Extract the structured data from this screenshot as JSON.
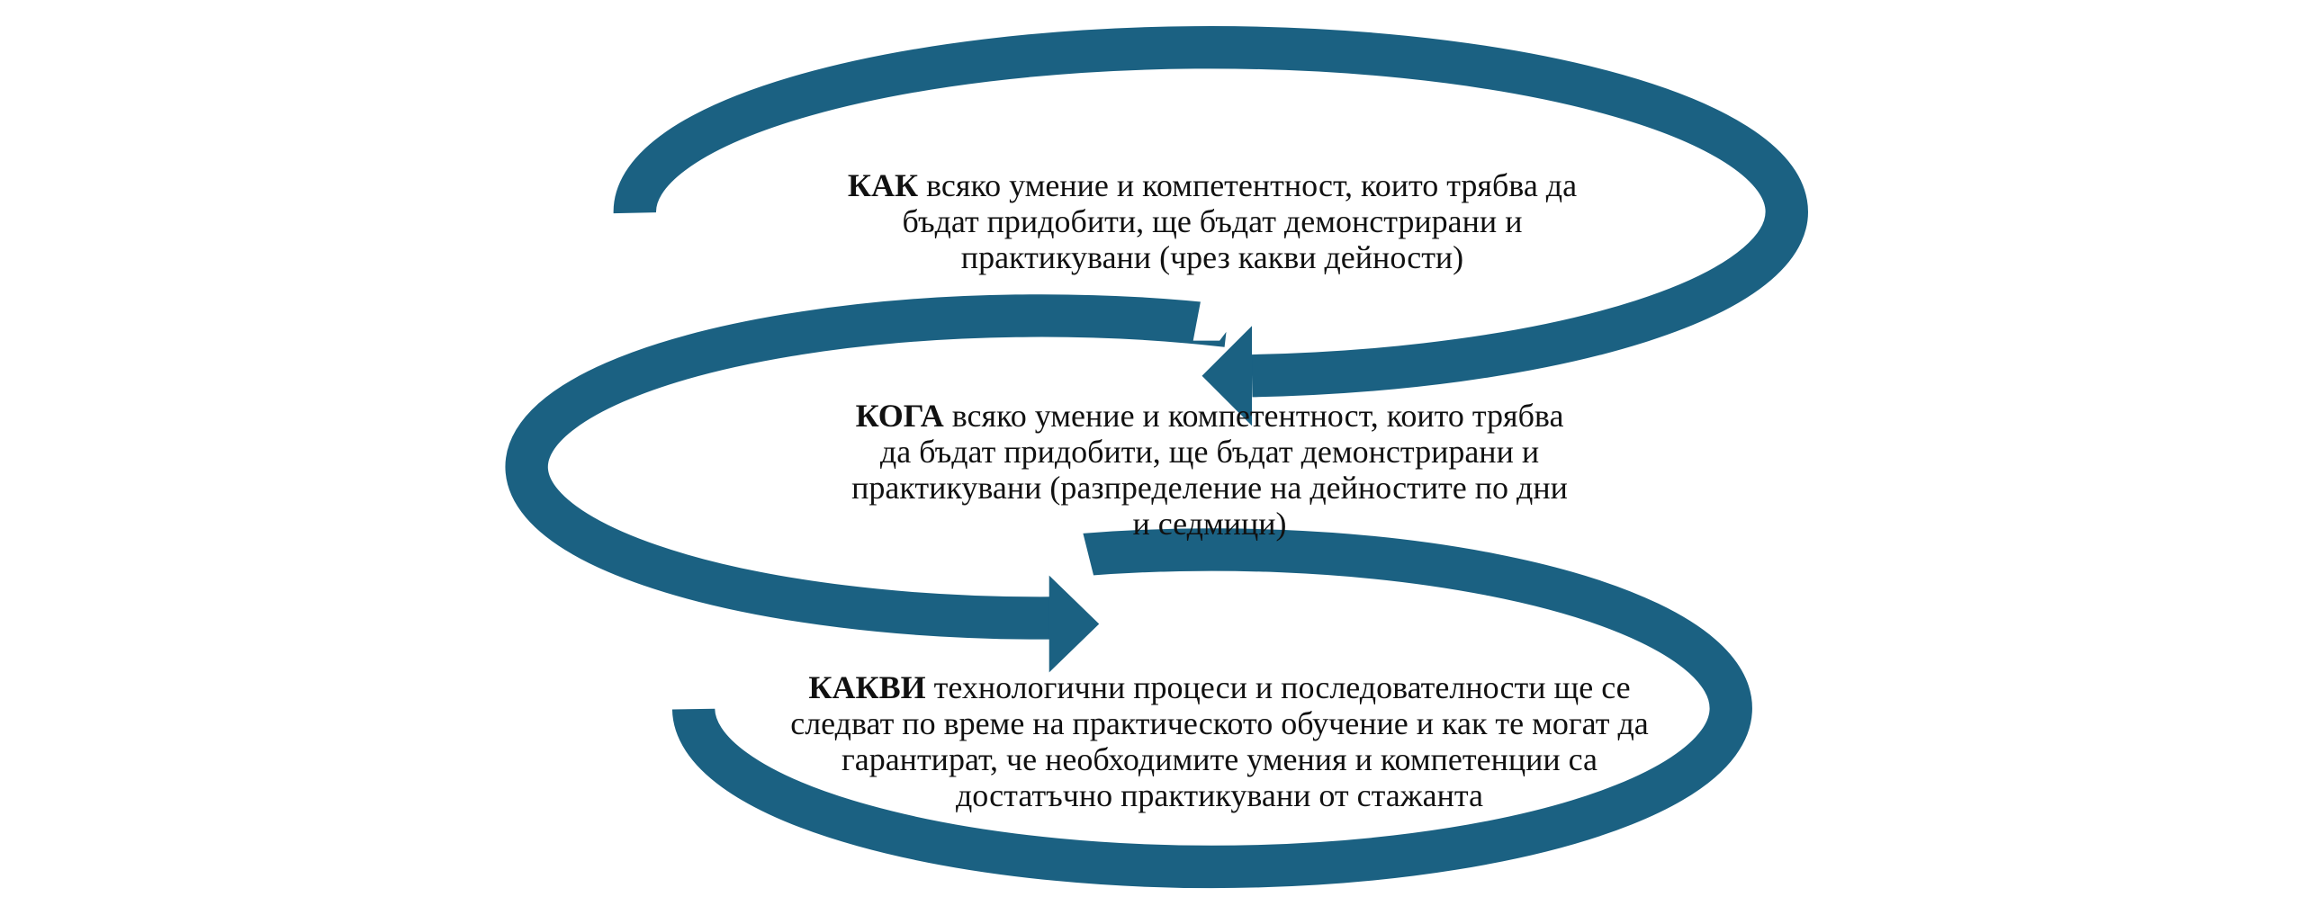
{
  "colors": {
    "arrow": "#1b6182",
    "text": "#111111"
  },
  "blocks": [
    {
      "keyword": "КАК",
      "lines": [
        " всяко умение и компетентност, които трябва да",
        "бъдат придобити, ще бъдат демонстрирани и",
        "практикувани (чрез какви дейности)"
      ]
    },
    {
      "keyword": "КОГА",
      "lines": [
        " всяко умение и компетентност, които трябва",
        "да бъдат придобити, ще бъдат демонстрирани и",
        "практикувани (разпределение на дейностите по дни",
        "и седмици)"
      ]
    },
    {
      "keyword": "КАКВИ",
      "lines": [
        " технологични процеси и последователности ще се",
        "следват по време на практическото обучение и как те могат да",
        "гарантират, че необходимите умения и компетенции са",
        "достатъчно практикувани от стажанта"
      ]
    }
  ]
}
